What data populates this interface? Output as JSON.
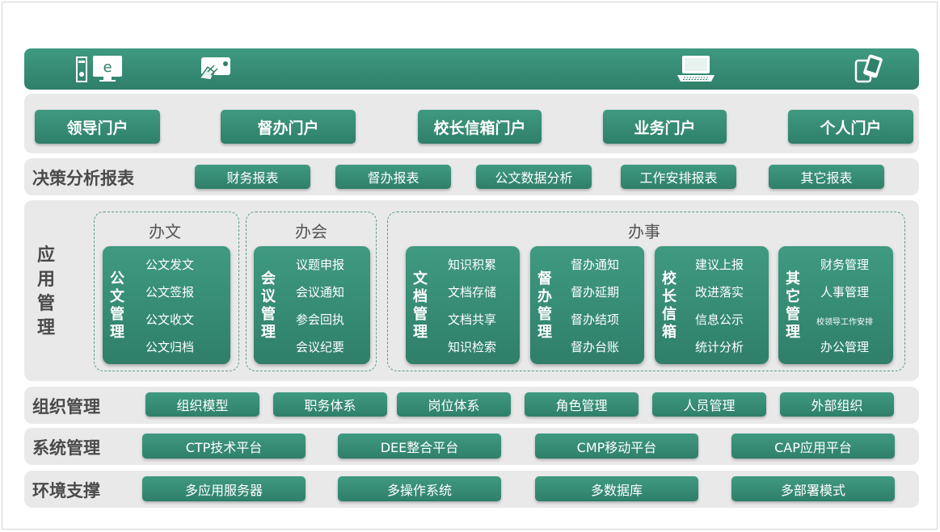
{
  "portals": [
    "领导门户",
    "督办门户",
    "校长信箱门户",
    "业务门户",
    "个人门户"
  ],
  "top_icons": [
    "desktop-ie-icon",
    "card-tap-icon",
    "laptop-icon",
    "mobile-devices-icon"
  ],
  "top_icon_glyph_e": "e",
  "decision": {
    "label": "决策分析报表",
    "items": [
      "财务报表",
      "督办报表",
      "公文数据分析",
      "工作安排报表",
      "其它报表"
    ]
  },
  "app": {
    "label": "应用管理",
    "groups": [
      {
        "title": "办文",
        "cards": [
          {
            "name": "公文管理",
            "items": [
              "公文发文",
              "公文签报",
              "公文收文",
              "公文归档"
            ]
          }
        ]
      },
      {
        "title": "办会",
        "cards": [
          {
            "name": "会议管理",
            "items": [
              "议题申报",
              "会议通知",
              "参会回执",
              "会议纪要"
            ]
          }
        ]
      },
      {
        "title": "办事",
        "cards": [
          {
            "name": "文档管理",
            "items": [
              "知识积累",
              "文档存储",
              "文档共享",
              "知识检索"
            ]
          },
          {
            "name": "督办管理",
            "items": [
              "督办通知",
              "督办延期",
              "督办结项",
              "督办台账"
            ]
          },
          {
            "name": "校长信箱",
            "items": [
              "建议上报",
              "改进落实",
              "信息公示",
              "统计分析"
            ]
          },
          {
            "name": "其它管理",
            "items": [
              "财务管理",
              "人事管理",
              "校领导工作安排",
              "办公管理"
            ]
          }
        ]
      }
    ]
  },
  "org": {
    "label": "组织管理",
    "items": [
      "组织模型",
      "职务体系",
      "岗位体系",
      "角色管理",
      "人员管理",
      "外部组织"
    ]
  },
  "system": {
    "label": "系统管理",
    "items": [
      "CTP技术平台",
      "DEE整合平台",
      "CMP移动平台",
      "CAP应用平台"
    ]
  },
  "env": {
    "label": "环境支撑",
    "items": [
      "多应用服务器",
      "多操作系统",
      "多数据库",
      "多部署模式"
    ]
  },
  "colors": {
    "accent": "#2f7f69",
    "accent_light": "#3f9a80",
    "band": "#e9e9e9",
    "label": "#4a4a4a"
  }
}
